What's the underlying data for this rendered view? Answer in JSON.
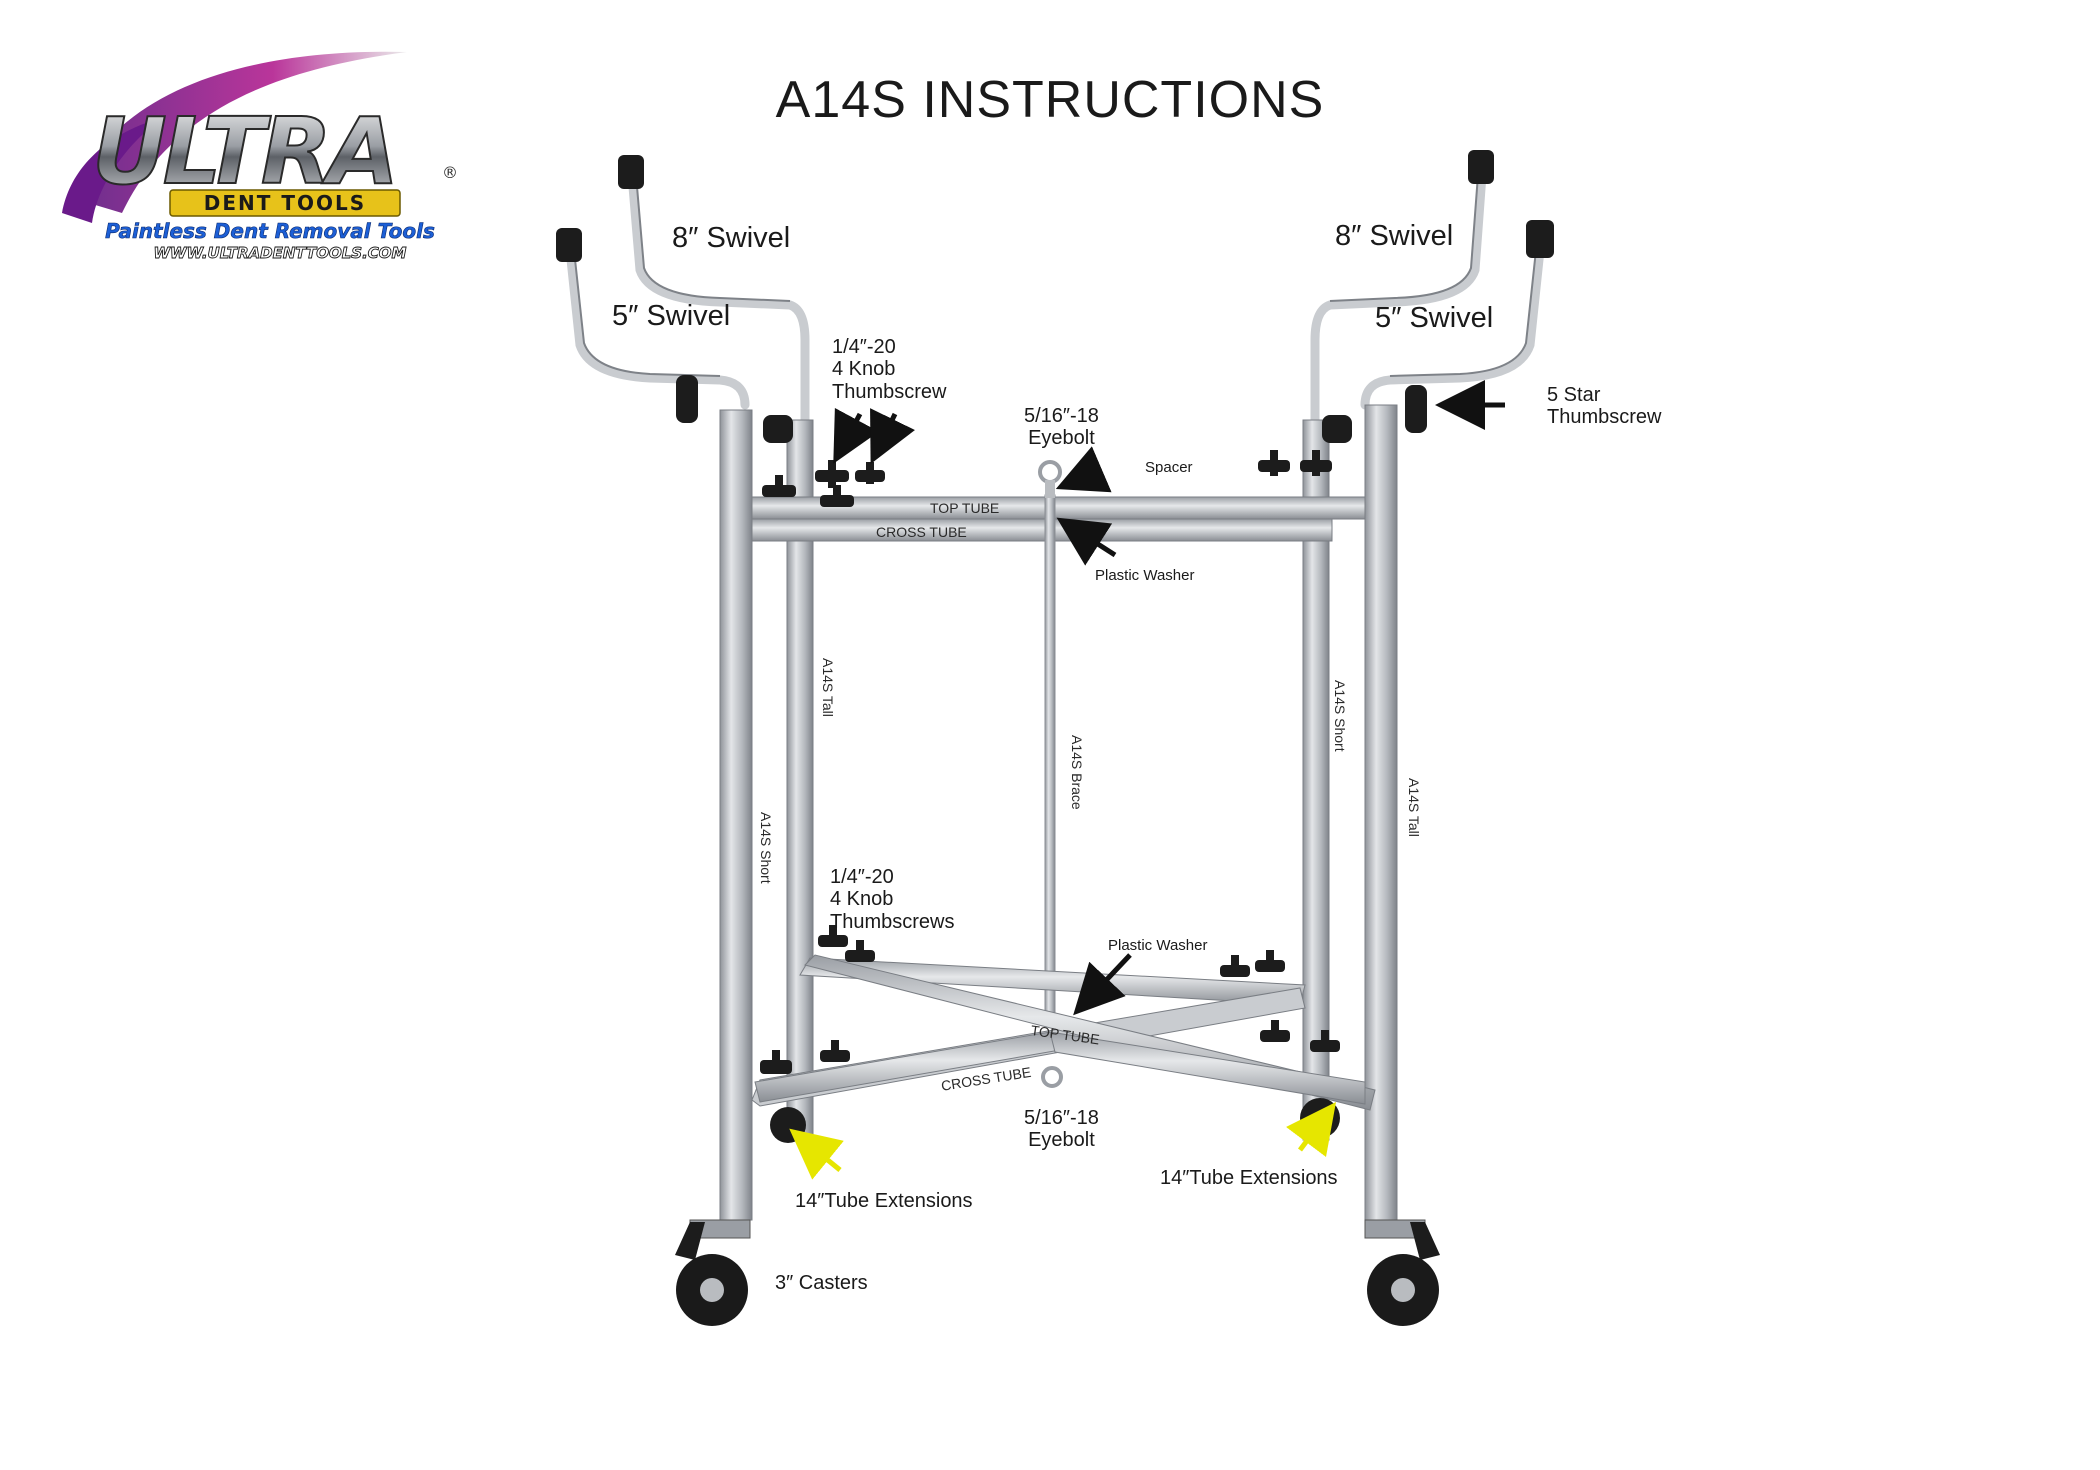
{
  "title": "A14S INSTRUCTIONS",
  "logo": {
    "brand": "ULTRA",
    "registered": "®",
    "tagline": "DENT TOOLS",
    "subtitle": "Paintless Dent Removal Tools",
    "url": "WWW.ULTRADENTTOOLS.COM"
  },
  "labels": {
    "swivel_8_left": "8″ Swivel",
    "swivel_5_left": "5″ Swivel",
    "swivel_8_right": "8″ Swivel",
    "swivel_5_right": "5″ Swivel",
    "knob_thumbscrew_top": "1/4″-20\n4  Knob\nThumbscrew",
    "eyebolt_top": "5/16″-18\nEyebolt",
    "spacer": "Spacer",
    "star_thumbscrew": "5 Star\nThumbscrew",
    "top_tube_upper": "TOP TUBE",
    "cross_tube_upper": "CROSS TUBE",
    "plastic_washer_upper": "Plastic Washer",
    "a14s_tall_left": "A14S Tall",
    "a14s_short_left": "A14S Short",
    "a14s_brace": "A14S Brace",
    "a14s_short_right": "A14S Short",
    "a14s_tall_right": "A14S Tall",
    "knob_thumbscrews_lower": "1/4″-20\n4  Knob\nThumbscrews",
    "plastic_washer_lower": "Plastic Washer",
    "top_tube_lower": "TOP TUBE",
    "cross_tube_lower": "CROSS TUBE",
    "eyebolt_lower": "5/16″-18\nEyebolt",
    "tube_ext_left": "14″Tube Extensions",
    "tube_ext_right": "14″Tube Extensions",
    "casters": "3″ Casters"
  },
  "colors": {
    "steel": "#b9bcc0",
    "steel_dark": "#8c9096",
    "knob": "#1c1c1c",
    "arrow_black": "#111111",
    "arrow_yellow": "#e6e600",
    "logo_purple": "#7a1f8f",
    "logo_magenta": "#c0208a",
    "logo_blue": "#1c5fd6",
    "logo_gold": "#e7c21a"
  }
}
